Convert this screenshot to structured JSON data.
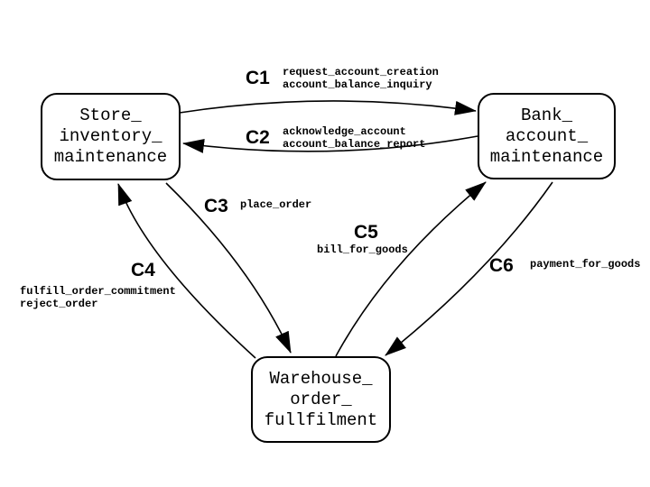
{
  "diagram": {
    "background_color": "#ffffff",
    "line_color": "#000000",
    "nodes": [
      {
        "id": "store",
        "lines": [
          "Store_",
          "inventory_",
          "maintenance"
        ]
      },
      {
        "id": "bank",
        "lines": [
          "Bank_",
          "account_",
          "maintenance"
        ]
      },
      {
        "id": "warehouse",
        "lines": [
          "Warehouse_",
          "order_",
          "fullfilment"
        ]
      }
    ],
    "connectors": [
      {
        "id": "C1",
        "from": "store",
        "to": "bank",
        "messages": [
          "request_account_creation",
          "account_balance_inquiry"
        ]
      },
      {
        "id": "C2",
        "from": "bank",
        "to": "store",
        "messages": [
          "acknowledge_account",
          "account_balance_report"
        ]
      },
      {
        "id": "C3",
        "from": "store",
        "to": "warehouse",
        "messages": [
          "place_order"
        ]
      },
      {
        "id": "C4",
        "from": "warehouse",
        "to": "store",
        "messages": [
          "fulfill_order_commitment",
          "reject_order"
        ]
      },
      {
        "id": "C5",
        "from": "warehouse",
        "to": "bank",
        "messages": [
          "bill_for_goods"
        ]
      },
      {
        "id": "C6",
        "from": "bank",
        "to": "warehouse",
        "messages": [
          "payment_for_goods"
        ]
      }
    ]
  }
}
